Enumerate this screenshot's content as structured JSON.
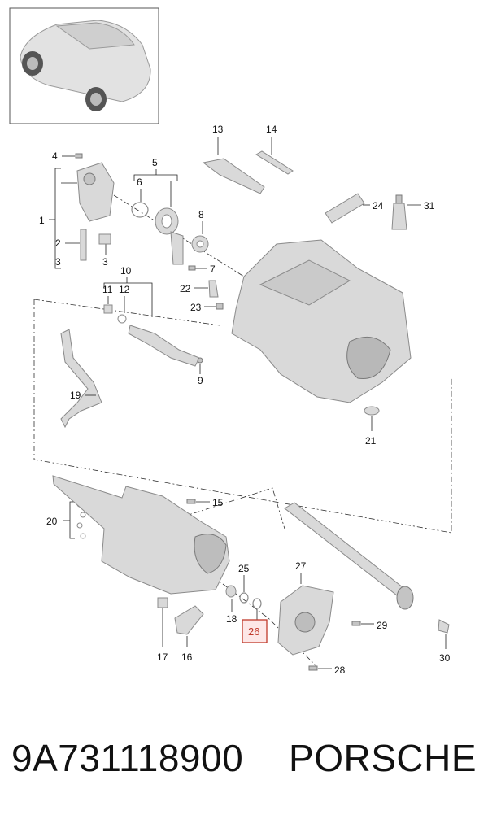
{
  "callouts": {
    "c1": "1",
    "c2": "2",
    "c3a": "3",
    "c3b": "3",
    "c4": "4",
    "c5": "5",
    "c6": "6",
    "c7": "7",
    "c8": "8",
    "c9": "9",
    "c10": "10",
    "c11": "11",
    "c12": "12",
    "c13": "13",
    "c14": "14",
    "c15": "15",
    "c16": "16",
    "c17": "17",
    "c18": "18",
    "c19": "19",
    "c20": "20",
    "c21": "21",
    "c22": "22",
    "c23": "23",
    "c24": "24",
    "c25": "25",
    "c26": "26",
    "c27": "27",
    "c28": "28",
    "c29": "29",
    "c30": "30",
    "c31": "31"
  },
  "highlight": {
    "callout": "26",
    "color": "#c0392b"
  },
  "footer": {
    "part_number": "9A731118900",
    "brand": "PORSCHE"
  }
}
